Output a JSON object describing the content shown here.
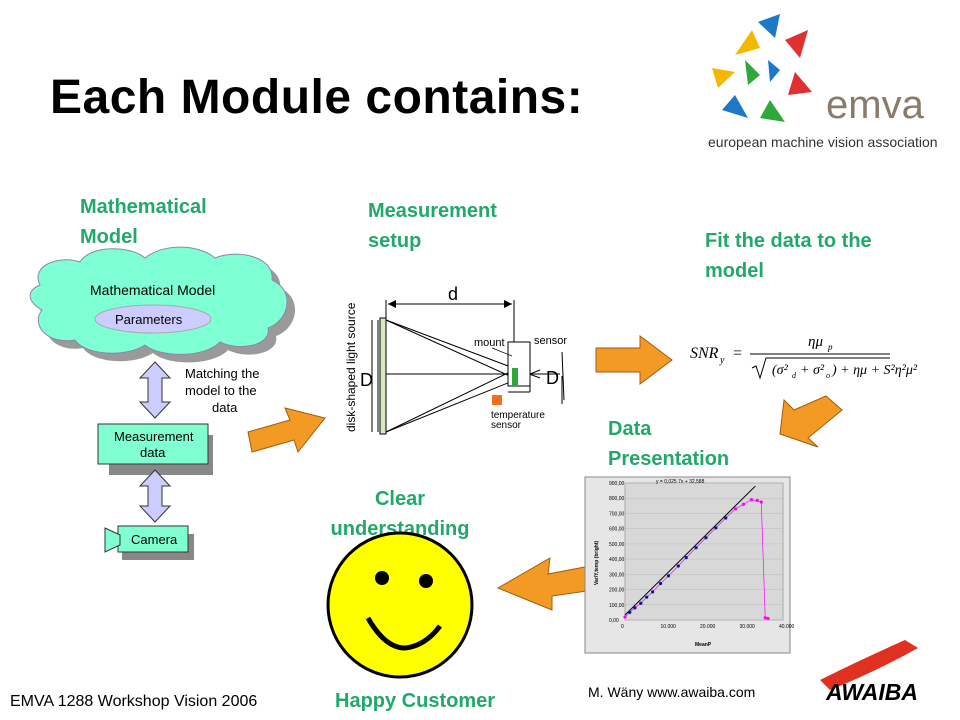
{
  "slide": {
    "title": "Each Module contains:",
    "labels": {
      "mathematical_model": "Mathematical Model",
      "measurement_setup": "Measurement setup",
      "fit_data": "Fit the data to the model",
      "data_presentation": "Data Presentation",
      "clear_understanding": "Clear understanding",
      "happy_customer": "Happy Customer"
    },
    "footer": "EMVA 1288 Workshop Vision 2006",
    "credit": "M. Wäny www.awaiba.com",
    "awaiba_logo_text": "AWAIBA",
    "emva_logo": {
      "abbrev": "emva",
      "full": "european machine vision association"
    }
  },
  "model_diagram": {
    "cloud_title": "Mathematical Model",
    "parameters": "Parameters",
    "matching": [
      "Matching the",
      "model to the",
      "data"
    ],
    "measurement_data": [
      "Measurement",
      "data"
    ],
    "camera": "Camera"
  },
  "setup_diagram": {
    "d_small": "d",
    "D_left": "D",
    "D_right": "D",
    "light_source": "disk-shaped light source",
    "mount": "mount",
    "sensor": "sensor",
    "temp_sensor": [
      "temperature",
      "sensor"
    ]
  },
  "formula": {
    "lhs": "SNR",
    "lhs_sub": "y",
    "eq": "=",
    "numerator": "ημ",
    "numerator_sub": "p"
  },
  "colors": {
    "green_text": "#22a86a",
    "arrow_orange": "#f39a24",
    "cloud_fill": "#7fffd4",
    "parameters_fill": "#ccccff",
    "box_fill": "#80ffd0",
    "smiley_fill": "#ffff00"
  },
  "chart_data": {
    "type": "scatter",
    "title": "",
    "annotation": "y = 0,025 7x + 32,588",
    "xlabel": "MeanP",
    "ylabel": "Var/Y,temp (bright)",
    "xlim": [
      0,
      40000
    ],
    "ylim": [
      0,
      900
    ],
    "x_ticks": [
      "0",
      "10.000",
      "20.000",
      "30.000",
      "40.000"
    ],
    "y_ticks": [
      "0,00",
      "100,00",
      "200,00",
      "300,00",
      "400,00",
      "500,00",
      "600,00",
      "700,00",
      "800,00",
      "900,00"
    ],
    "series": [
      {
        "x": [
          0,
          1200,
          2500,
          4000,
          5500,
          7000,
          9000,
          11000,
          13500,
          15500,
          18000,
          20500,
          23000,
          25500,
          28000,
          30000,
          32000,
          33500,
          34500,
          35500,
          36200
        ],
        "y": [
          20,
          50,
          80,
          110,
          150,
          185,
          240,
          290,
          355,
          410,
          475,
          540,
          605,
          670,
          730,
          760,
          790,
          785,
          775,
          15,
          10
        ]
      }
    ],
    "fit_line": {
      "x": [
        0,
        33000
      ],
      "y": [
        32.6,
        880
      ]
    }
  }
}
